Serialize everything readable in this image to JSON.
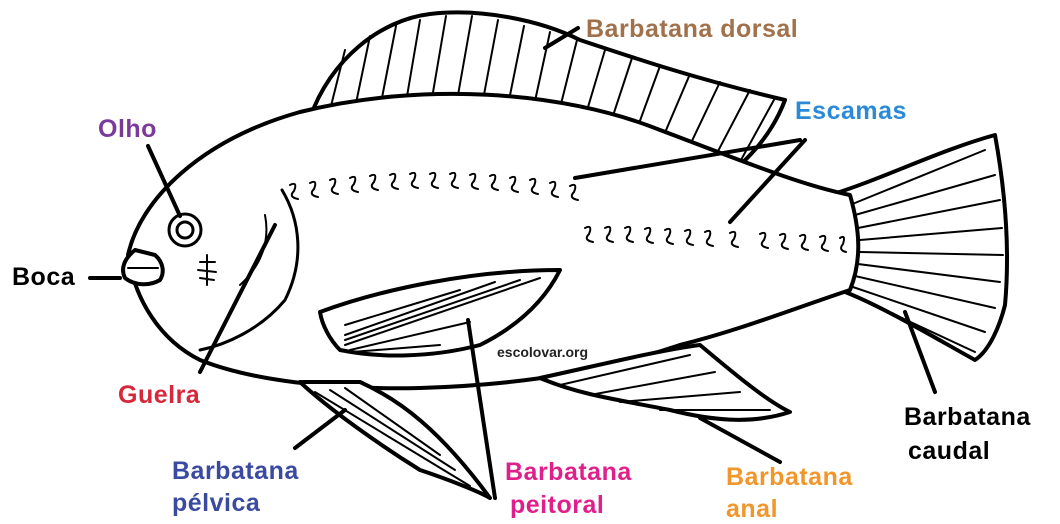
{
  "diagram": {
    "labels": {
      "dorsal": {
        "text": "Barbatana dorsal",
        "color": "#a0714a"
      },
      "olho": {
        "text": "Olho",
        "color": "#7a3a9a"
      },
      "escamas": {
        "text": "Escamas",
        "color": "#2a8ad8"
      },
      "boca": {
        "text": "Boca",
        "color": "#000000"
      },
      "guelra": {
        "text": "Guelra",
        "color": "#d6283a"
      },
      "pelvica": {
        "line1": "Barbatana",
        "line2": "pélvica",
        "color": "#3a4aa0"
      },
      "peitoral": {
        "line1": "Barbatana",
        "line2": "peitoral",
        "color": "#e0208a"
      },
      "anal": {
        "line1": "Barbatana",
        "line2": "anal",
        "color": "#f0962a"
      },
      "caudal": {
        "line1": "Barbatana",
        "line2": "caudal",
        "color": "#000000"
      }
    },
    "watermark": "escolovar.org"
  }
}
